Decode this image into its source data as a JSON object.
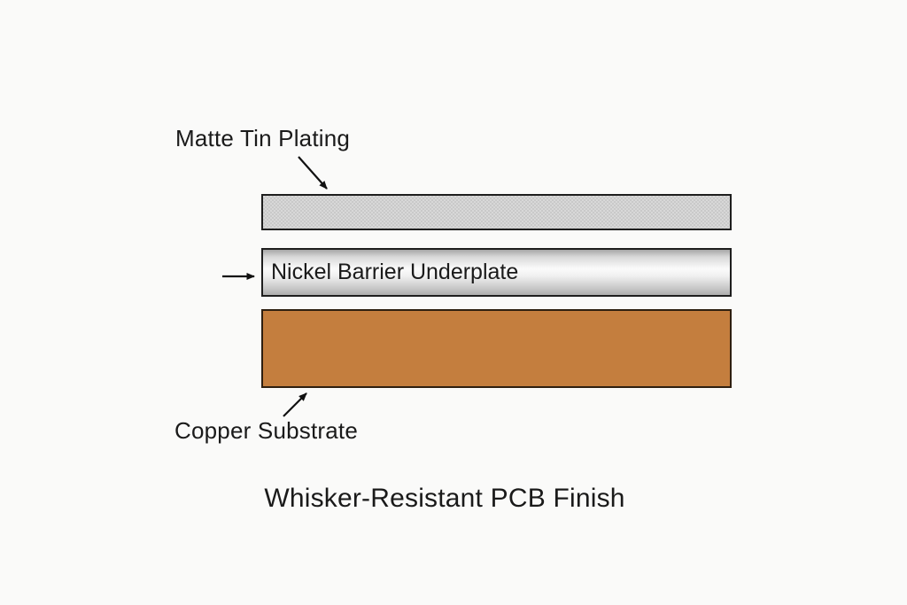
{
  "diagram": {
    "title": "Whisker-Resistant PCB Finish",
    "labels": {
      "matte_tin": "Matte Tin Plating",
      "nickel": "Nickel Barrier Underplate",
      "copper": "Copper Substrate"
    },
    "layers": [
      {
        "id": "matte-tin-plating",
        "label": "Matte Tin Plating",
        "fill": "#D8D8D8",
        "texture": "stipple"
      },
      {
        "id": "nickel-barrier-underplate",
        "label": "Nickel Barrier Underplate",
        "fill": "metallic-gray-gradient"
      },
      {
        "id": "copper-substrate",
        "label": "Copper Substrate",
        "fill": "#C47E3E"
      }
    ],
    "colors": {
      "background": "#FAFAF9",
      "text": "#1A1A1A",
      "border": "#1E1E1E",
      "tin_fill": "#D8D8D8",
      "tin_fill_dark": "#C9C9C9",
      "nickel_dark": "#A6A6A6",
      "nickel_light": "#FBFBFB",
      "copper_fill": "#C47E3E",
      "copper_border": "#2E1F10",
      "arrow": "#111111"
    }
  }
}
